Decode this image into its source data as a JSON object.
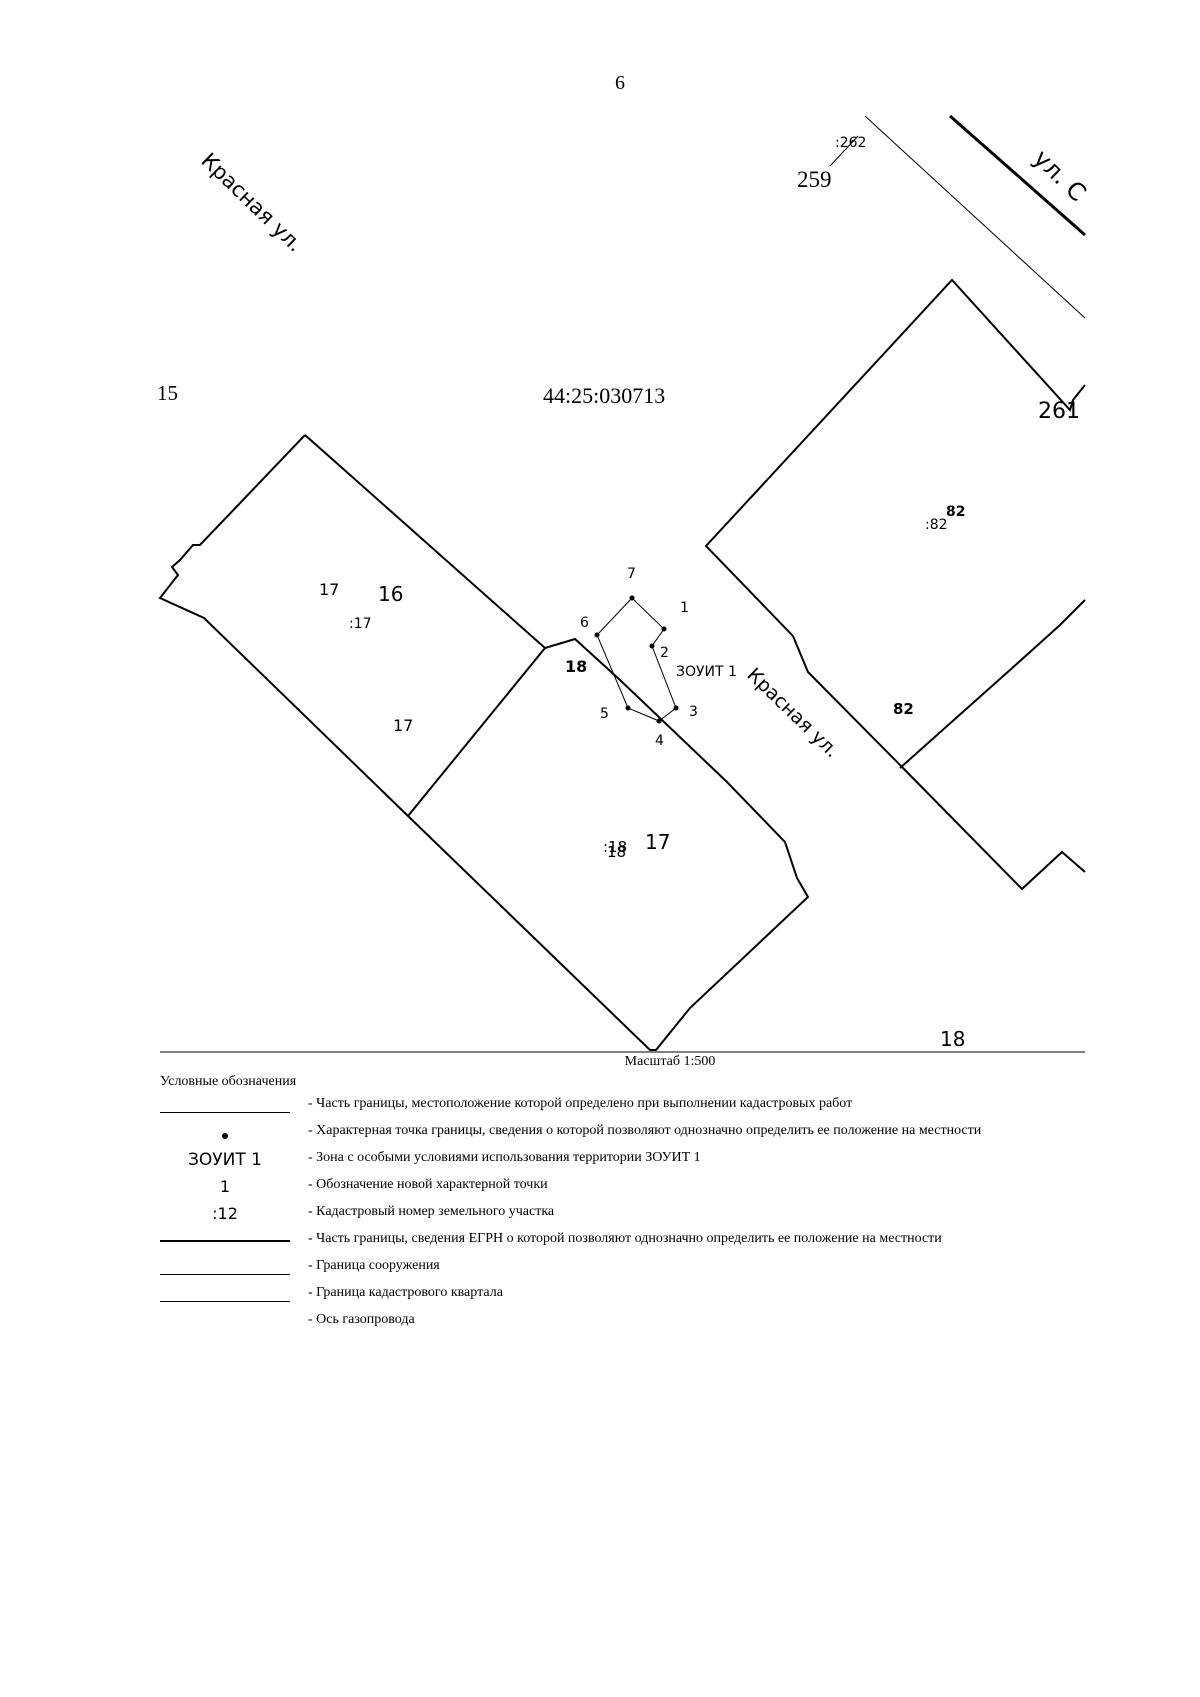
{
  "page": {
    "number": "6"
  },
  "map": {
    "quarter_number": "44:25:030713",
    "street_labels": {
      "krasnaya_top": "Красная ул.",
      "krasnaya_center": "Красная ул.",
      "ul_top_right": "ул. С"
    },
    "parcel_labels": {
      "p259": "259",
      "p262": ":262",
      "p261": "261",
      "p15": "15",
      "p82_top": "82",
      "p82_colon": ":82",
      "p82_bottom": "82",
      "p17_a": "17",
      "p16": "16",
      "p17_colon": ":17",
      "p17_b": "17",
      "p18_edge": "18",
      "p18_colon": ":18",
      "p18_overlap": "18",
      "p17_c": "17",
      "p18_bottom": "18"
    },
    "zone_label": "ЗОУИТ 1",
    "points": [
      {
        "id": "1",
        "label": "1"
      },
      {
        "id": "2",
        "label": "2"
      },
      {
        "id": "3",
        "label": "3"
      },
      {
        "id": "4",
        "label": "4"
      },
      {
        "id": "5",
        "label": "5"
      },
      {
        "id": "6",
        "label": "6"
      },
      {
        "id": "7",
        "label": "7"
      }
    ]
  },
  "scale": {
    "text": "Масштаб 1:500"
  },
  "legend": {
    "title": "Условные обозначения",
    "items": [
      {
        "symbol_type": "thin-line",
        "symbol_text": "",
        "text": "- Часть границы, местоположение которой определено при выполнении кадастровых работ"
      },
      {
        "symbol_type": "dot",
        "symbol_text": "",
        "text": "- Характерная точка границы, сведения о которой позволяют однозначно определить ее положение на местности"
      },
      {
        "symbol_type": "text",
        "symbol_text": "ЗОУИТ 1",
        "text": "- Зона с особыми условиями использования территории ЗОУИТ 1"
      },
      {
        "symbol_type": "text",
        "symbol_text": "1",
        "text": "- Обозначение новой характерной точки"
      },
      {
        "symbol_type": "text",
        "symbol_text": ":12",
        "text": "- Кадастровый номер земельного участка"
      },
      {
        "symbol_type": "thick-line",
        "symbol_text": "",
        "text": "- Часть границы, сведения ЕГРН о которой позволяют однозначно определить ее положение на местности"
      },
      {
        "symbol_type": "thin-line",
        "symbol_text": "",
        "text": "- Граница сооружения"
      },
      {
        "symbol_type": "thin-line",
        "symbol_text": "",
        "text": "- Граница кадастрового квартала"
      },
      {
        "symbol_type": "none",
        "symbol_text": "",
        "text": "- Ось газопровода"
      }
    ]
  }
}
